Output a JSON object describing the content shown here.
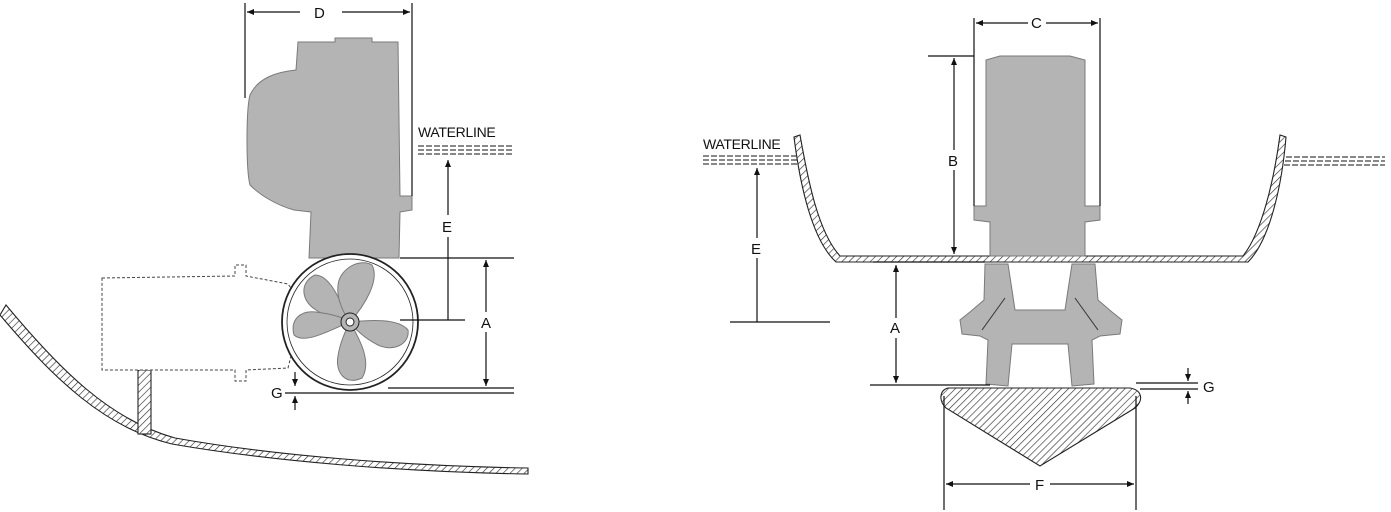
{
  "labels": {
    "waterline_side": "WATERLINE",
    "waterline_front": "WATERLINE",
    "side_A": "A",
    "side_D": "D",
    "side_E": "E",
    "side_G": "G",
    "front_A": "A",
    "front_B": "B",
    "front_C": "C",
    "front_E": "E",
    "front_F": "F",
    "front_G": "G"
  },
  "icons": {
    "arrowhead": "arrow-head-icon",
    "propeller": "propeller-icon"
  },
  "colors": {
    "thruster_fill": "#b4b4b4",
    "line": "#111111"
  }
}
